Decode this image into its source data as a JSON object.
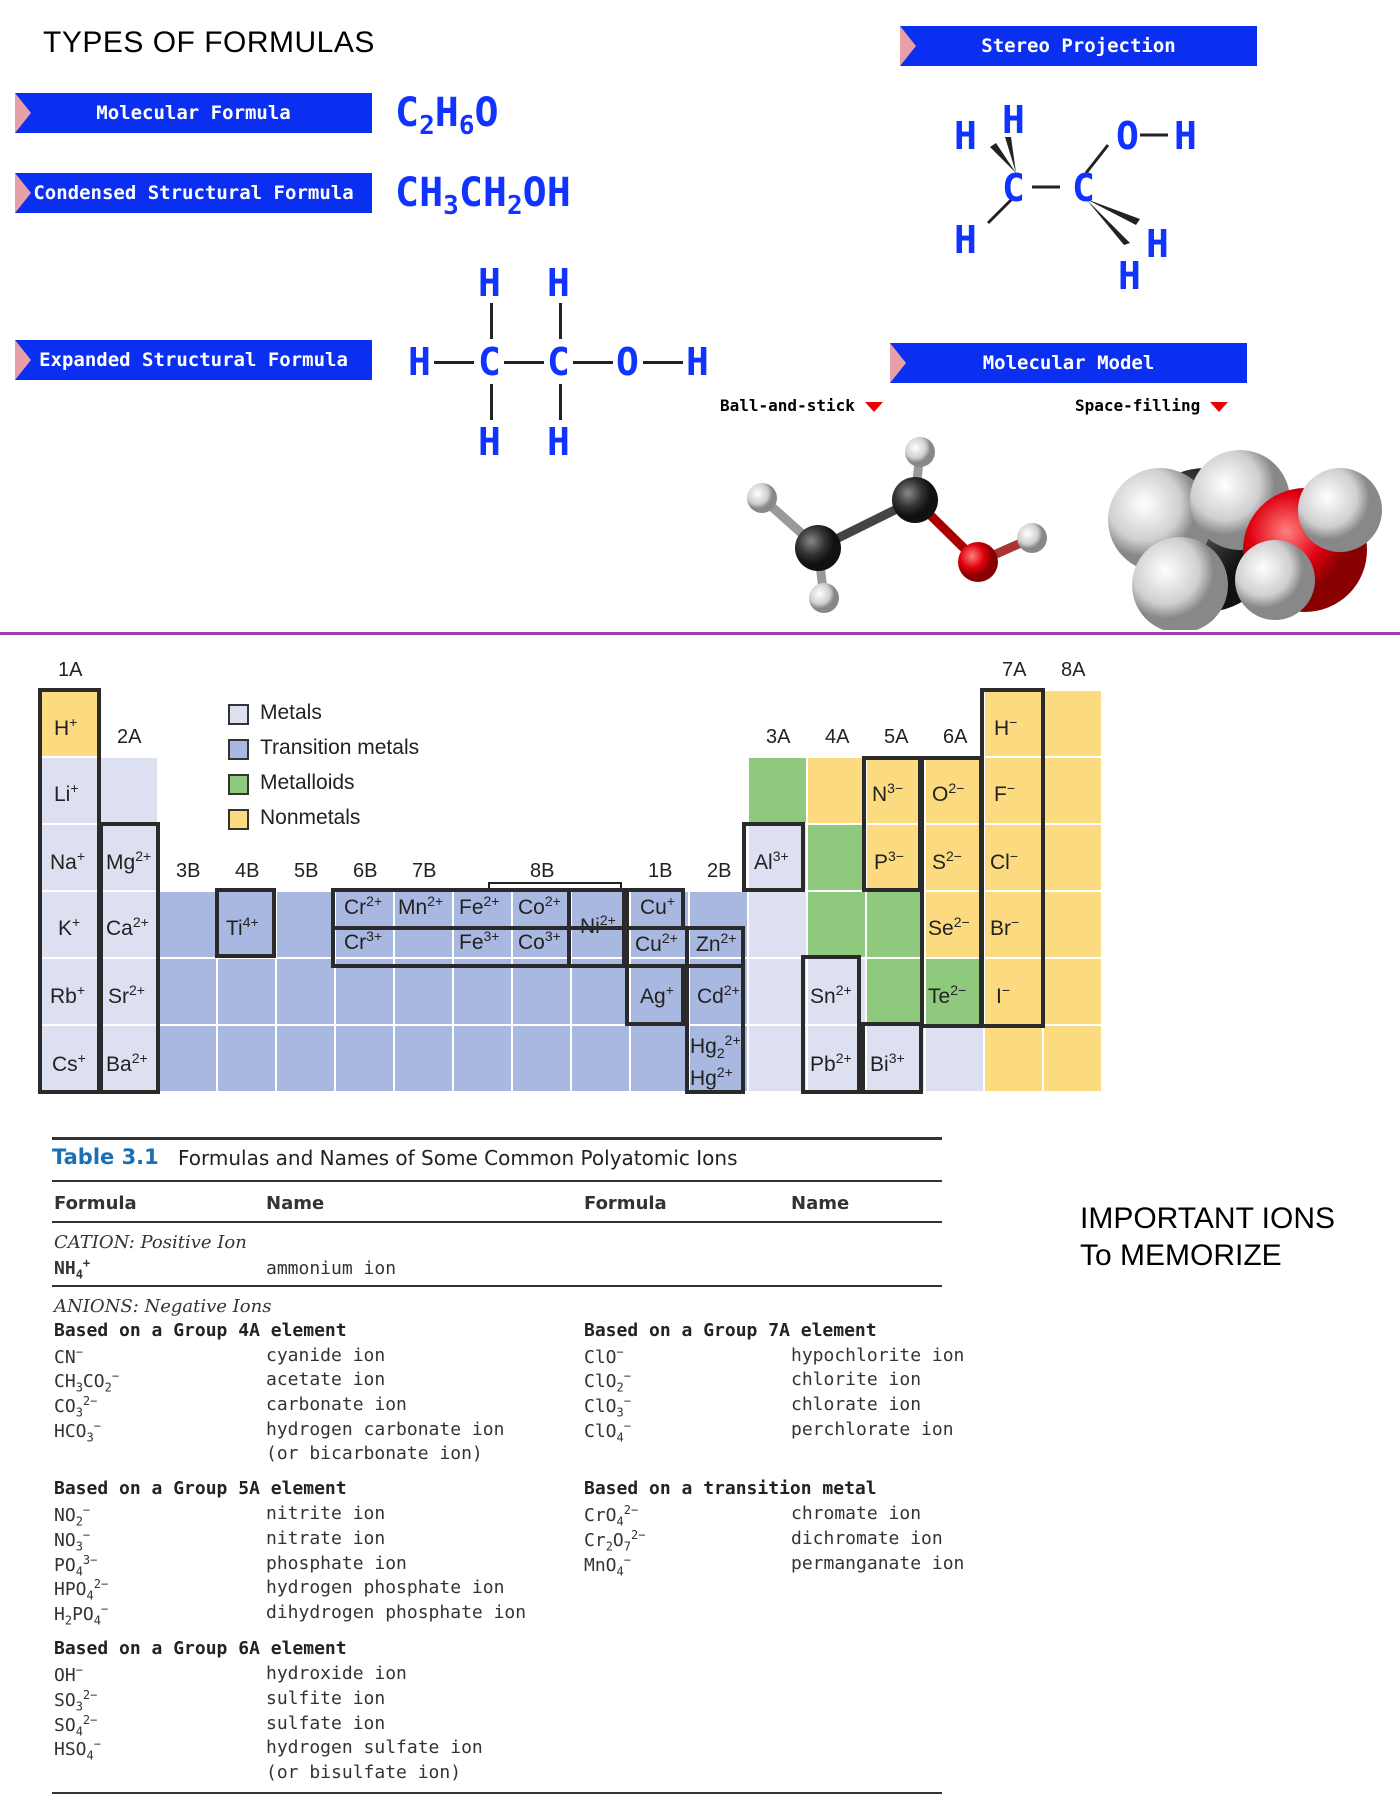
{
  "page_title": "TYPES OF FORMULAS",
  "banners": {
    "molecular": "Molecular Formula",
    "condensed": "Condensed Structural Formula",
    "expanded": "Expanded Structural Formula",
    "stereo": "Stereo Projection",
    "model": "Molecular Model"
  },
  "formulas": {
    "molecular": {
      "c": "C",
      "c_n": "2",
      "h": "H",
      "h_n": "6",
      "o": "O"
    },
    "condensed": {
      "a": "CH",
      "a_n": "3",
      "b": "CH",
      "b_n": "2",
      "c": "OH"
    }
  },
  "atoms": {
    "H": "H",
    "C": "C",
    "O": "O"
  },
  "model_labels": {
    "ball_and_stick": "Ball-and-stick",
    "space_filling": "Space-filling"
  },
  "periodic": {
    "groups": {
      "g1": "1A",
      "g2": "2A",
      "g3b": "3B",
      "g4b": "4B",
      "g5b": "5B",
      "g6b": "6B",
      "g7b": "7B",
      "g8b": "8B",
      "g1b": "1B",
      "g2b": "2B",
      "g3a": "3A",
      "g4a": "4A",
      "g5a": "5A",
      "g6a": "6A",
      "g7a": "7A",
      "g8a": "8A"
    },
    "legend": [
      "Metals",
      "Transition metals",
      "Metalloids",
      "Nonmetals"
    ],
    "colors": {
      "metal": "#dce0f0",
      "transition": "#a9b8e0",
      "metalloid": "#8ec97d",
      "nonmetal": "#fbda80"
    }
  },
  "table": {
    "number": "Table 3.1",
    "title": "Formulas and Names of Some Common Polyatomic Ions",
    "col_formula": "Formula",
    "col_name": "Name",
    "cation_header": "CATION: Positive Ion",
    "anion_header": "ANIONS: Negative Ions",
    "groups": {
      "g4a": "Based on a Group 4A element",
      "g5a": "Based on a Group 5A element",
      "g6a": "Based on a Group 6A element",
      "g7a": "Based on a Group 7A element",
      "tm": "Based on a transition metal"
    },
    "names": {
      "ammonium": "ammonium ion",
      "cyanide": "cyanide ion",
      "acetate": "acetate ion",
      "carbonate": "carbonate ion",
      "hcarb": "hydrogen carbonate ion",
      "hcarb2": "(or bicarbonate ion)",
      "nitrite": "nitrite ion",
      "nitrate": "nitrate ion",
      "phosphate": "phosphate ion",
      "hphos": "hydrogen phosphate ion",
      "dhphos": "dihydrogen phosphate ion",
      "hydroxide": "hydroxide ion",
      "sulfite": "sulfite ion",
      "sulfate": "sulfate ion",
      "hsulf": "hydrogen sulfate ion",
      "hsulf2": "(or bisulfate ion)",
      "hypochlorite": "hypochlorite ion",
      "chlorite": "chlorite ion",
      "chlorate": "chlorate ion",
      "perchlorate": "perchlorate ion",
      "chromate": "chromate ion",
      "dichromate": "dichromate ion",
      "permanganate": "permanganate ion"
    }
  },
  "memo": {
    "line1": "IMPORTANT IONS",
    "line2": "To MEMORIZE"
  }
}
